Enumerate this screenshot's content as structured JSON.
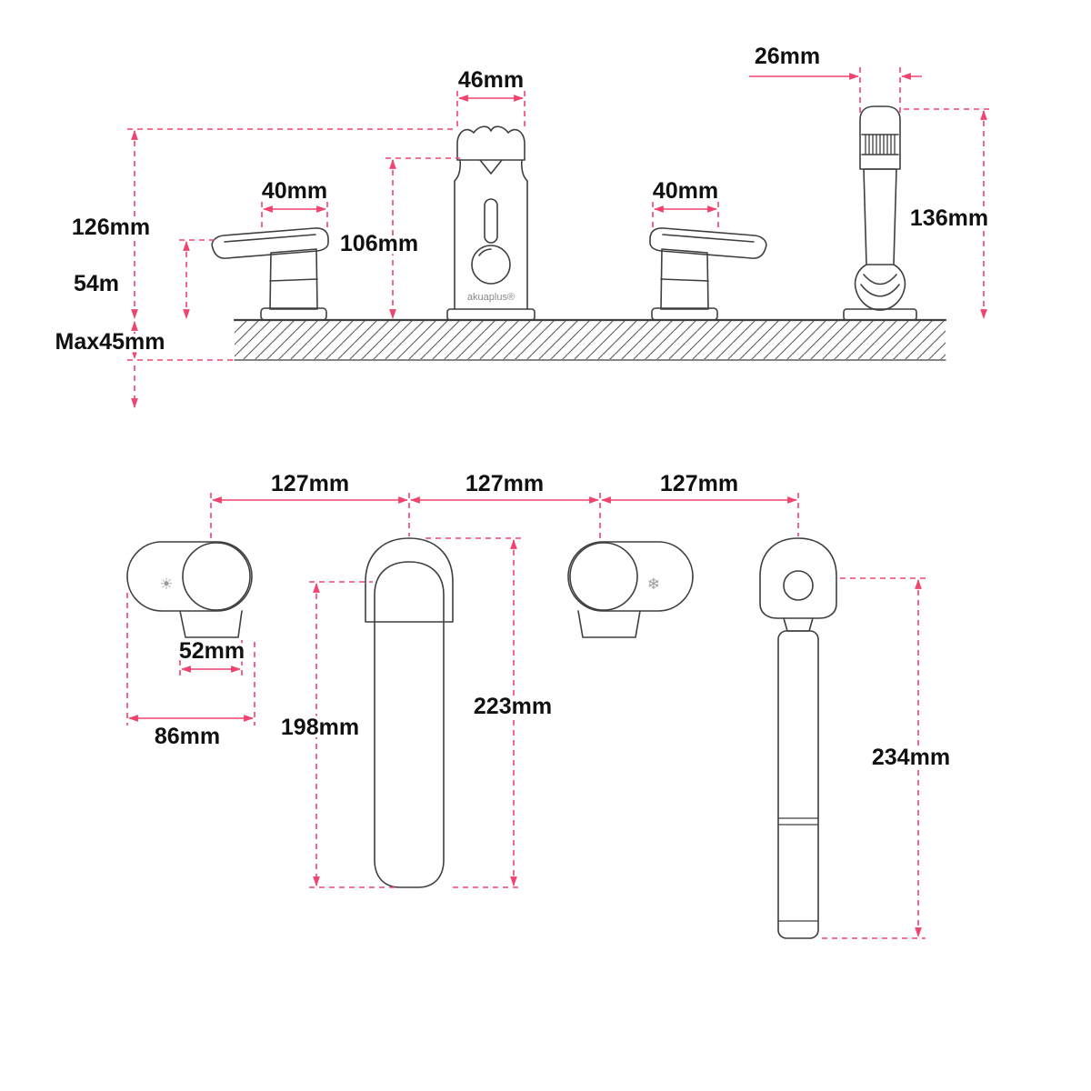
{
  "colors": {
    "dimension": "#f0446e",
    "outline": "#3f3f3f",
    "label": "#111111",
    "background": "#ffffff"
  },
  "side_view": {
    "logo": "akuaplus®",
    "dimensions": {
      "spout_top_width": "46mm",
      "handshower_top_width": "26mm",
      "overall_height": "126mm",
      "left_handle_width": "40mm",
      "spout_height": "106mm",
      "left_handle_height": "54m",
      "right_handle_width": "40mm",
      "handshower_height": "136mm",
      "deck_thickness_max": "Max45mm"
    }
  },
  "plan_view": {
    "dimensions": {
      "spacing_left": "127mm",
      "spacing_center": "127mm",
      "spacing_right": "127mm",
      "handle_stem_width": "52mm",
      "handle_length": "86mm",
      "spout_body_length": "198mm",
      "spout_total_length": "223mm",
      "handshower_length": "234mm"
    },
    "icons": {
      "hot": "☀",
      "cold": "❄"
    }
  }
}
